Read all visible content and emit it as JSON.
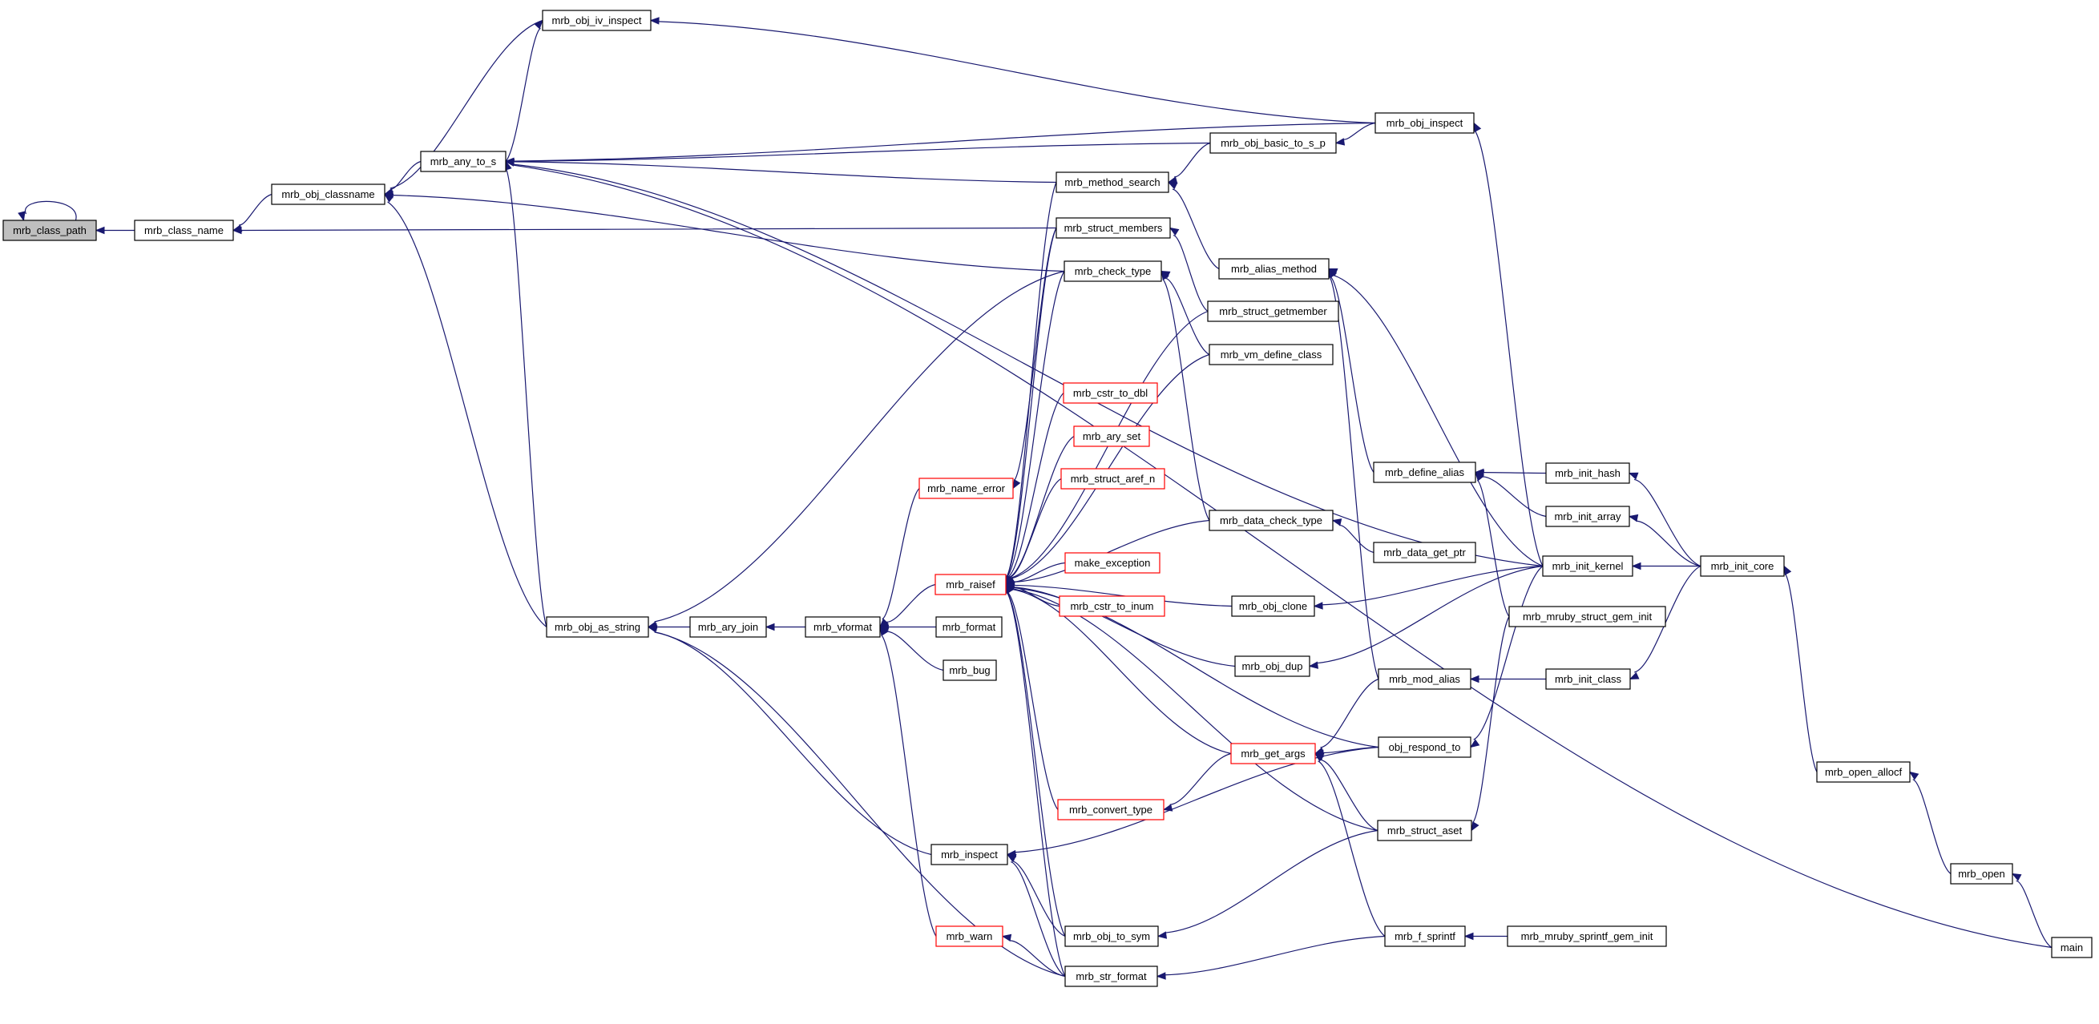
{
  "colors": {
    "edge": "#191970",
    "normal_border": "#000000",
    "partial_border": "#ff0000",
    "root_fill": "#bfbfbf"
  },
  "graph": {
    "nodes": [
      {
        "id": "mrb_class_path",
        "label": "mrb_class_path",
        "style": "root"
      },
      {
        "id": "mrb_class_name",
        "label": "mrb_class_name",
        "style": "normal"
      },
      {
        "id": "mrb_obj_classname",
        "label": "mrb_obj_classname",
        "style": "normal"
      },
      {
        "id": "mrb_obj_iv_inspect",
        "label": "mrb_obj_iv_inspect",
        "style": "normal"
      },
      {
        "id": "mrb_any_to_s",
        "label": "mrb_any_to_s",
        "style": "normal"
      },
      {
        "id": "mrb_obj_as_string",
        "label": "mrb_obj_as_string",
        "style": "normal"
      },
      {
        "id": "mrb_ary_join",
        "label": "mrb_ary_join",
        "style": "normal"
      },
      {
        "id": "mrb_vformat",
        "label": "mrb_vformat",
        "style": "normal"
      },
      {
        "id": "mrb_raisef",
        "label": "mrb_raisef",
        "style": "red"
      },
      {
        "id": "mrb_name_error",
        "label": "mrb_name_error",
        "style": "red"
      },
      {
        "id": "mrb_format",
        "label": "mrb_format",
        "style": "normal"
      },
      {
        "id": "mrb_bug",
        "label": "mrb_bug",
        "style": "normal"
      },
      {
        "id": "mrb_inspect",
        "label": "mrb_inspect",
        "style": "normal"
      },
      {
        "id": "mrb_warn",
        "label": "mrb_warn",
        "style": "red"
      },
      {
        "id": "mrb_method_search",
        "label": "mrb_method_search",
        "style": "normal"
      },
      {
        "id": "mrb_struct_members",
        "label": "mrb_struct_members",
        "style": "normal"
      },
      {
        "id": "mrb_check_type",
        "label": "mrb_check_type",
        "style": "normal"
      },
      {
        "id": "mrb_cstr_to_dbl",
        "label": "mrb_cstr_to_dbl",
        "style": "red"
      },
      {
        "id": "mrb_ary_set",
        "label": "mrb_ary_set",
        "style": "red"
      },
      {
        "id": "mrb_struct_aref_n",
        "label": "mrb_struct_aref_n",
        "style": "red"
      },
      {
        "id": "make_exception",
        "label": "make_exception",
        "style": "red"
      },
      {
        "id": "mrb_cstr_to_inum",
        "label": "mrb_cstr_to_inum",
        "style": "red"
      },
      {
        "id": "mrb_convert_type",
        "label": "mrb_convert_type",
        "style": "red"
      },
      {
        "id": "mrb_obj_to_sym",
        "label": "mrb_obj_to_sym",
        "style": "normal"
      },
      {
        "id": "mrb_str_format",
        "label": "mrb_str_format",
        "style": "normal"
      },
      {
        "id": "mrb_obj_basic_to_s_p",
        "label": "mrb_obj_basic_to_s_p",
        "style": "normal"
      },
      {
        "id": "mrb_alias_method",
        "label": "mrb_alias_method",
        "style": "normal"
      },
      {
        "id": "mrb_struct_getmember",
        "label": "mrb_struct_getmember",
        "style": "normal"
      },
      {
        "id": "mrb_vm_define_class",
        "label": "mrb_vm_define_class",
        "style": "normal"
      },
      {
        "id": "mrb_data_check_type",
        "label": "mrb_data_check_type",
        "style": "normal"
      },
      {
        "id": "mrb_obj_clone",
        "label": "mrb_obj_clone",
        "style": "normal"
      },
      {
        "id": "mrb_obj_dup",
        "label": "mrb_obj_dup",
        "style": "normal"
      },
      {
        "id": "mrb_get_args",
        "label": "mrb_get_args",
        "style": "red"
      },
      {
        "id": "mrb_obj_inspect",
        "label": "mrb_obj_inspect",
        "style": "normal"
      },
      {
        "id": "mrb_define_alias",
        "label": "mrb_define_alias",
        "style": "normal"
      },
      {
        "id": "mrb_data_get_ptr",
        "label": "mrb_data_get_ptr",
        "style": "normal"
      },
      {
        "id": "mrb_mod_alias",
        "label": "mrb_mod_alias",
        "style": "normal"
      },
      {
        "id": "obj_respond_to",
        "label": "obj_respond_to",
        "style": "normal"
      },
      {
        "id": "mrb_struct_aset",
        "label": "mrb_struct_aset",
        "style": "normal"
      },
      {
        "id": "mrb_f_sprintf",
        "label": "mrb_f_sprintf",
        "style": "normal"
      },
      {
        "id": "mrb_init_hash",
        "label": "mrb_init_hash",
        "style": "normal"
      },
      {
        "id": "mrb_init_array",
        "label": "mrb_init_array",
        "style": "normal"
      },
      {
        "id": "mrb_init_kernel",
        "label": "mrb_init_kernel",
        "style": "normal"
      },
      {
        "id": "mrb_mruby_struct_gem_init",
        "label": "mrb_mruby_struct_gem_init",
        "style": "normal"
      },
      {
        "id": "mrb_init_class",
        "label": "mrb_init_class",
        "style": "normal"
      },
      {
        "id": "mrb_mruby_sprintf_gem_init",
        "label": "mrb_mruby_sprintf_gem_init",
        "style": "normal"
      },
      {
        "id": "mrb_init_core",
        "label": "mrb_init_core",
        "style": "normal"
      },
      {
        "id": "mrb_open_allocf",
        "label": "mrb_open_allocf",
        "style": "normal"
      },
      {
        "id": "mrb_open",
        "label": "mrb_open",
        "style": "normal"
      },
      {
        "id": "main",
        "label": "main",
        "style": "normal"
      }
    ],
    "edges": [
      {
        "from": "mrb_class_path",
        "to": "mrb_class_path"
      },
      {
        "from": "mrb_class_name",
        "to": "mrb_class_path"
      },
      {
        "from": "mrb_obj_classname",
        "to": "mrb_class_name"
      },
      {
        "from": "mrb_struct_members",
        "to": "mrb_class_name"
      },
      {
        "from": "mrb_obj_iv_inspect",
        "to": "mrb_obj_classname"
      },
      {
        "from": "mrb_any_to_s",
        "to": "mrb_obj_classname"
      },
      {
        "from": "mrb_obj_as_string",
        "to": "mrb_obj_classname"
      },
      {
        "from": "mrb_check_type",
        "to": "mrb_obj_classname"
      },
      {
        "from": "mrb_obj_inspect",
        "to": "mrb_obj_iv_inspect"
      },
      {
        "from": "mrb_any_to_s",
        "to": "mrb_obj_iv_inspect"
      },
      {
        "from": "mrb_obj_basic_to_s_p",
        "to": "mrb_any_to_s"
      },
      {
        "from": "mrb_obj_inspect",
        "to": "mrb_any_to_s"
      },
      {
        "from": "mrb_method_search",
        "to": "mrb_any_to_s"
      },
      {
        "from": "mrb_init_kernel",
        "to": "mrb_any_to_s"
      },
      {
        "from": "mrb_obj_as_string",
        "to": "mrb_any_to_s"
      },
      {
        "from": "main",
        "to": "mrb_any_to_s"
      },
      {
        "from": "mrb_ary_join",
        "to": "mrb_obj_as_string"
      },
      {
        "from": "mrb_check_type",
        "to": "mrb_obj_as_string"
      },
      {
        "from": "mrb_inspect",
        "to": "mrb_obj_as_string"
      },
      {
        "from": "mrb_str_format",
        "to": "mrb_obj_as_string"
      },
      {
        "from": "mrb_vformat",
        "to": "mrb_ary_join"
      },
      {
        "from": "mrb_raisef",
        "to": "mrb_vformat"
      },
      {
        "from": "mrb_format",
        "to": "mrb_vformat"
      },
      {
        "from": "mrb_bug",
        "to": "mrb_vformat"
      },
      {
        "from": "mrb_name_error",
        "to": "mrb_vformat"
      },
      {
        "from": "mrb_warn",
        "to": "mrb_vformat"
      },
      {
        "from": "mrb_struct_members",
        "to": "mrb_name_error"
      },
      {
        "from": "mrb_check_type",
        "to": "mrb_raisef"
      },
      {
        "from": "mrb_struct_members",
        "to": "mrb_raisef"
      },
      {
        "from": "mrb_struct_getmember",
        "to": "mrb_raisef"
      },
      {
        "from": "mrb_vm_define_class",
        "to": "mrb_raisef"
      },
      {
        "from": "mrb_cstr_to_dbl",
        "to": "mrb_raisef"
      },
      {
        "from": "mrb_ary_set",
        "to": "mrb_raisef"
      },
      {
        "from": "mrb_struct_aref_n",
        "to": "mrb_raisef"
      },
      {
        "from": "mrb_data_check_type",
        "to": "mrb_raisef"
      },
      {
        "from": "make_exception",
        "to": "mrb_raisef"
      },
      {
        "from": "mrb_cstr_to_inum",
        "to": "mrb_raisef"
      },
      {
        "from": "mrb_obj_clone",
        "to": "mrb_raisef"
      },
      {
        "from": "mrb_obj_dup",
        "to": "mrb_raisef"
      },
      {
        "from": "obj_respond_to",
        "to": "mrb_raisef"
      },
      {
        "from": "mrb_get_args",
        "to": "mrb_raisef"
      },
      {
        "from": "mrb_convert_type",
        "to": "mrb_raisef"
      },
      {
        "from": "mrb_struct_aset",
        "to": "mrb_raisef"
      },
      {
        "from": "mrb_obj_to_sym",
        "to": "mrb_raisef"
      },
      {
        "from": "mrb_str_format",
        "to": "mrb_raisef"
      },
      {
        "from": "mrb_method_search",
        "to": "mrb_raisef"
      },
      {
        "from": "mrb_str_format",
        "to": "mrb_inspect"
      },
      {
        "from": "mrb_obj_to_sym",
        "to": "mrb_inspect"
      },
      {
        "from": "obj_respond_to",
        "to": "mrb_inspect"
      },
      {
        "from": "mrb_str_format",
        "to": "mrb_warn"
      },
      {
        "from": "mrb_obj_basic_to_s_p",
        "to": "mrb_method_search"
      },
      {
        "from": "mrb_alias_method",
        "to": "mrb_method_search"
      },
      {
        "from": "mrb_struct_getmember",
        "to": "mrb_struct_members"
      },
      {
        "from": "mrb_vm_define_class",
        "to": "mrb_check_type"
      },
      {
        "from": "mrb_data_check_type",
        "to": "mrb_check_type"
      },
      {
        "from": "mrb_get_args",
        "to": "mrb_convert_type"
      },
      {
        "from": "mrb_struct_aset",
        "to": "mrb_obj_to_sym"
      },
      {
        "from": "mrb_f_sprintf",
        "to": "mrb_str_format"
      },
      {
        "from": "mrb_obj_inspect",
        "to": "mrb_obj_basic_to_s_p"
      },
      {
        "from": "mrb_define_alias",
        "to": "mrb_alias_method"
      },
      {
        "from": "mrb_mod_alias",
        "to": "mrb_alias_method"
      },
      {
        "from": "mrb_init_kernel",
        "to": "mrb_alias_method"
      },
      {
        "from": "mrb_data_get_ptr",
        "to": "mrb_data_check_type"
      },
      {
        "from": "mrb_init_kernel",
        "to": "mrb_obj_clone"
      },
      {
        "from": "mrb_init_kernel",
        "to": "mrb_obj_dup"
      },
      {
        "from": "mrb_mod_alias",
        "to": "mrb_get_args"
      },
      {
        "from": "obj_respond_to",
        "to": "mrb_get_args"
      },
      {
        "from": "mrb_struct_aset",
        "to": "mrb_get_args"
      },
      {
        "from": "mrb_f_sprintf",
        "to": "mrb_get_args"
      },
      {
        "from": "mrb_init_kernel",
        "to": "mrb_obj_inspect"
      },
      {
        "from": "mrb_init_hash",
        "to": "mrb_define_alias"
      },
      {
        "from": "mrb_init_array",
        "to": "mrb_define_alias"
      },
      {
        "from": "mrb_mruby_struct_gem_init",
        "to": "mrb_define_alias"
      },
      {
        "from": "mrb_init_class",
        "to": "mrb_mod_alias"
      },
      {
        "from": "mrb_init_kernel",
        "to": "obj_respond_to"
      },
      {
        "from": "mrb_mruby_struct_gem_init",
        "to": "mrb_struct_aset"
      },
      {
        "from": "mrb_mruby_sprintf_gem_init",
        "to": "mrb_f_sprintf"
      },
      {
        "from": "mrb_init_core",
        "to": "mrb_init_hash"
      },
      {
        "from": "mrb_init_core",
        "to": "mrb_init_array"
      },
      {
        "from": "mrb_init_core",
        "to": "mrb_init_kernel"
      },
      {
        "from": "mrb_init_core",
        "to": "mrb_init_class"
      },
      {
        "from": "mrb_open_allocf",
        "to": "mrb_init_core"
      },
      {
        "from": "mrb_open",
        "to": "mrb_open_allocf"
      },
      {
        "from": "main",
        "to": "mrb_open"
      }
    ]
  }
}
